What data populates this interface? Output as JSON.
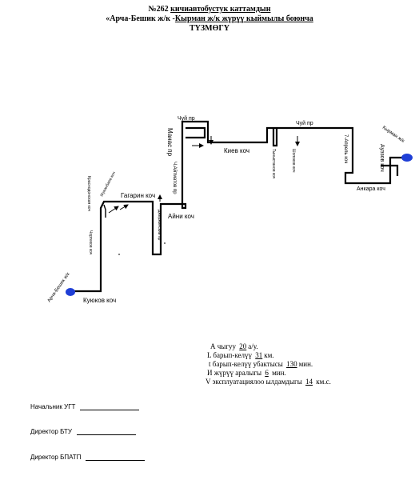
{
  "title": {
    "line1_prefix": "№262",
    "line1_rest": "кичиавтобустук каттамдын",
    "line2_prefix": "«Арча-Бешик ж/к -",
    "line2_rest": "Кырман ж/к жүрүү кыймылы  боюнча",
    "line3": "ТҮЗМӨГҮ"
  },
  "streets": {
    "chui_1": "Чуй пр",
    "chui_2": "Чуй пр",
    "manas": "Манас пр",
    "chyngyz": "Ч.Айтматов пр",
    "kiev": "Киев коч",
    "tynystanov": "Тыныстанов коч",
    "shopokov": "Шопоков коч",
    "april": "7-Апрель коч",
    "auezov": "Ауэзов коч",
    "kyrman": "Кырман ж/к",
    "ankara": "Анкара коч",
    "ayni": "Айни коч",
    "gagarin": "Гагарин коч",
    "krasnodon": "Краснодонская коч",
    "mukanbaev": "Муканбаев коч",
    "dzherzhinskiy": "Джержинский пр",
    "chortekov": "Чортеков коч",
    "archa": "Арча-Бешик ж/к",
    "kuyukov": "Куюков коч"
  },
  "stats": {
    "a_label": "А чыгуу",
    "a_value": "20",
    "a_unit": "а/у.",
    "l_label": "L барып-келүү",
    "l_value": "31",
    "l_unit": "км.",
    "t_label": "t барып-келүү  убактысы",
    "t_value": "130",
    "t_unit": "мин.",
    "i_label": "И жүрүү аралыгы",
    "i_value": "6",
    "i_unit": "мин.",
    "v_label": "V эксплуатациялоо  ылдамдыгы",
    "v_value": "14",
    "v_unit": "км.с."
  },
  "signatures": {
    "ugt": "Начальник УГТ",
    "btu": "Директор  БТУ",
    "bpatp": "Директор БПАТП"
  },
  "colors": {
    "route": "#000000",
    "terminal": "#1f3fd6"
  }
}
